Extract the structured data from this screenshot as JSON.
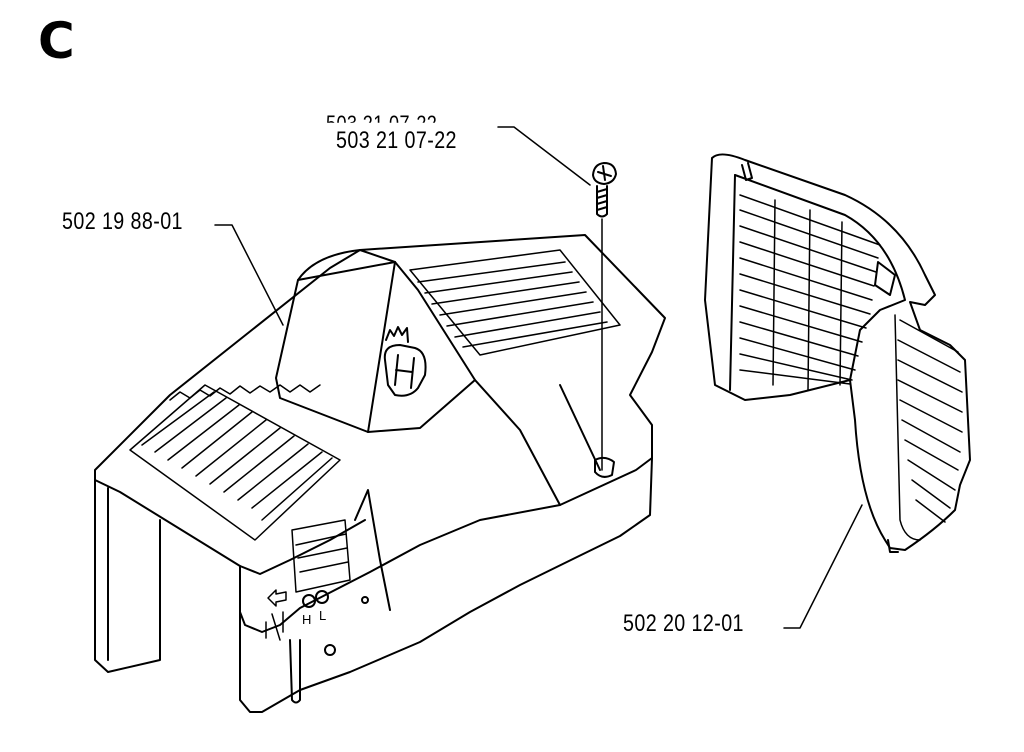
{
  "section_letter": "C",
  "parts": {
    "screw": {
      "number": "503 21 07-22"
    },
    "cover": {
      "number": "502 19 88-01"
    },
    "grille": {
      "number": "502 20 12-01"
    }
  },
  "ghost_text": "503 21 07-22",
  "cover_markings": {
    "h": "H",
    "l": "L"
  }
}
